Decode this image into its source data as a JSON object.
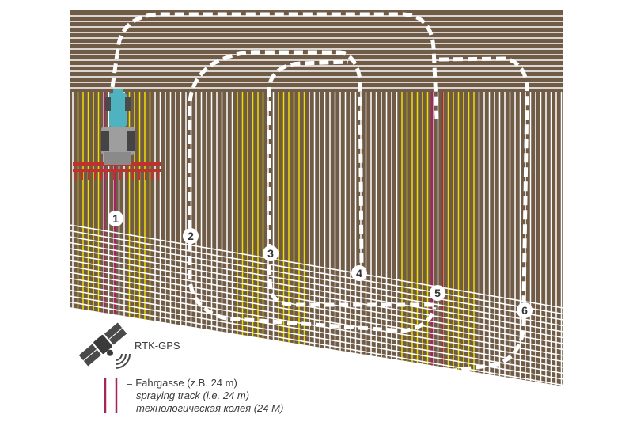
{
  "colors": {
    "soil": "#6f5b46",
    "stripe": "#ffffff",
    "crop_row": "#ffffff",
    "yellow_row": "#f0e000",
    "tramline": "#a3245f",
    "route": "#ffffff",
    "tractor_cab": "#4fb3bf",
    "tractor_body": "#9e9e9e",
    "harrow": "#c0312b"
  },
  "route_labels": [
    "1",
    "2",
    "3",
    "4",
    "5",
    "6"
  ],
  "gps": {
    "icon": "satellite-icon",
    "label": "RTK-GPS"
  },
  "legend": {
    "icon": "tramline-swatch",
    "line_de": "= Fahrgasse (z.B. 24 m)",
    "line_en": "spraying track (i.e. 24 m)",
    "line_ru": "технологическая колея (24 М)"
  }
}
